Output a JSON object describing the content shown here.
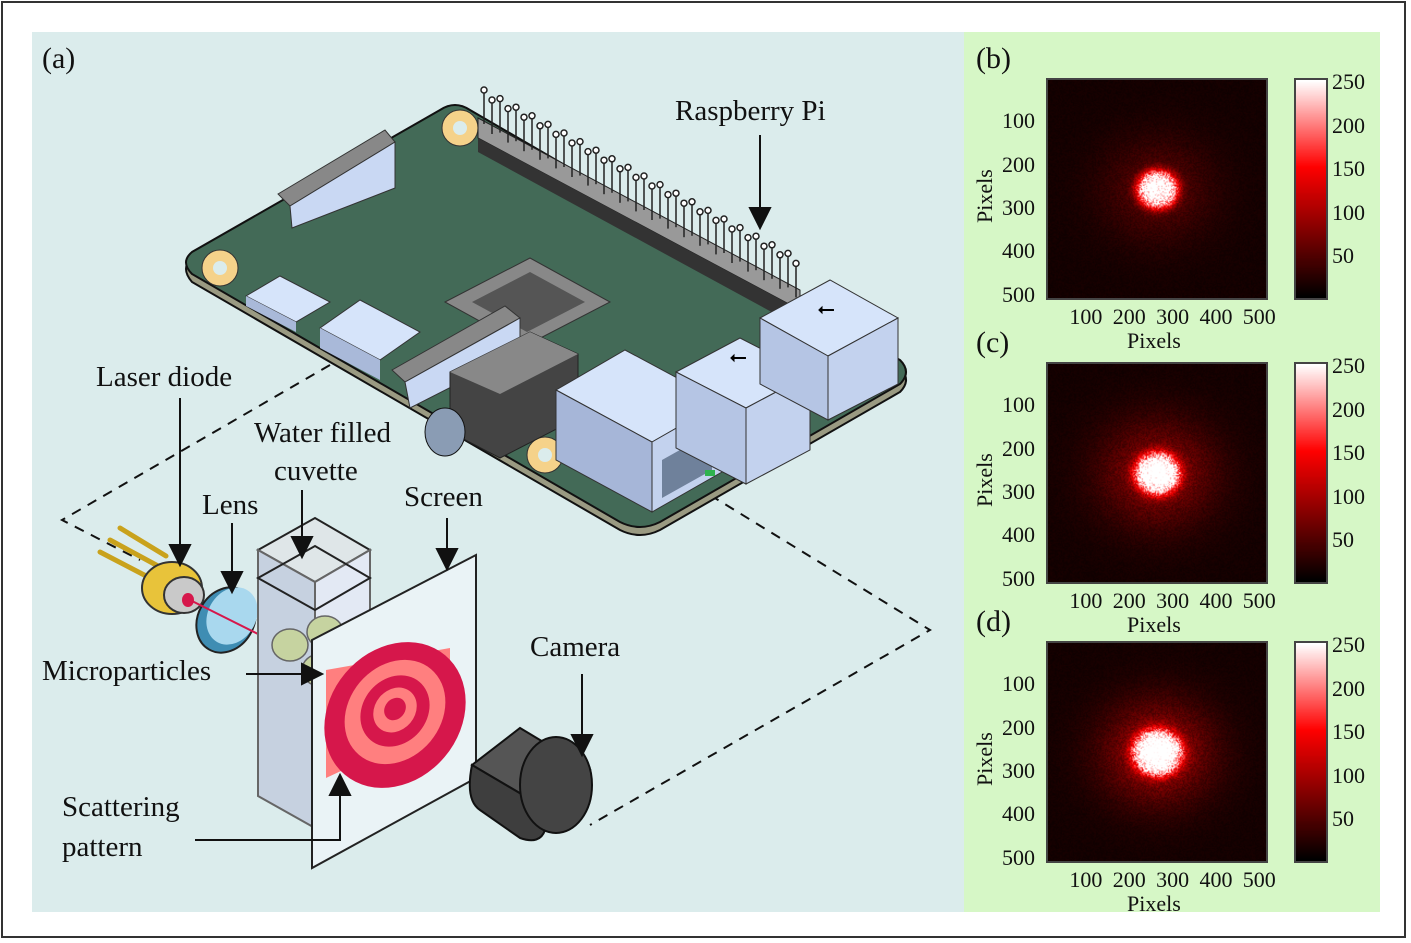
{
  "figure": {
    "panel_labels": {
      "a": "(a)",
      "b": "(b)",
      "c": "(c)",
      "d": "(d)"
    },
    "colors": {
      "panel_a_bg": "#dbecec",
      "panel_right_bg": "#d6f7c6",
      "pcb_green": "#436a57",
      "connector_blue": "#d6e4fa",
      "laser_gold": "#e8c33a",
      "lens_blue": "#a9d8ee",
      "pattern_crimson": "#d6174b",
      "pattern_pink": "#ff7f7f",
      "particle_green": "#c6d3a0",
      "camera_gray": "#444444"
    }
  },
  "diagram": {
    "labels": {
      "raspberry_pi": "Raspberry Pi",
      "laser_diode": "Laser diode",
      "lens": "Lens",
      "water_cuvette_line1": "Water filled",
      "water_cuvette_line2": "cuvette",
      "screen": "Screen",
      "microparticles": "Microparticles",
      "camera": "Camera",
      "scattering_line1": "Scattering",
      "scattering_line2": "pattern"
    },
    "icons": [
      "usb-icon",
      "usb-icon"
    ]
  },
  "chart_data": [
    {
      "id": "b",
      "type": "heatmap",
      "title": "(b)",
      "xlabel": "Pixels",
      "ylabel": "Pixels",
      "xticks": [
        100,
        200,
        300,
        400,
        500
      ],
      "yticks": [
        100,
        200,
        300,
        400,
        500
      ],
      "xlim": [
        0,
        512
      ],
      "ylim": [
        0,
        512
      ],
      "colorbar": {
        "ticks": [
          50,
          100,
          150,
          200,
          250
        ],
        "range": [
          0,
          255
        ],
        "colormap": "black-red-white"
      },
      "spot": {
        "center_x": 256,
        "center_y": 256,
        "core_radius": 50,
        "halo_radius": 230,
        "halo_level": 40,
        "peak": 255
      }
    },
    {
      "id": "c",
      "type": "heatmap",
      "title": "(c)",
      "xlabel": "Pixels",
      "ylabel": "Pixels",
      "xticks": [
        100,
        200,
        300,
        400,
        500
      ],
      "yticks": [
        100,
        200,
        300,
        400,
        500
      ],
      "xlim": [
        0,
        512
      ],
      "ylim": [
        0,
        512
      ],
      "colorbar": {
        "ticks": [
          50,
          100,
          150,
          200,
          250
        ],
        "range": [
          0,
          255
        ],
        "colormap": "black-red-white"
      },
      "spot": {
        "center_x": 256,
        "center_y": 256,
        "core_radius": 55,
        "halo_radius": 240,
        "halo_level": 70,
        "peak": 255
      }
    },
    {
      "id": "d",
      "type": "heatmap",
      "title": "(d)",
      "xlabel": "Pixels",
      "ylabel": "Pixels",
      "xticks": [
        100,
        200,
        300,
        400,
        500
      ],
      "yticks": [
        100,
        200,
        300,
        400,
        500
      ],
      "xlim": [
        0,
        512
      ],
      "ylim": [
        0,
        512
      ],
      "colorbar": {
        "ticks": [
          50,
          100,
          150,
          200,
          250
        ],
        "range": [
          0,
          255
        ],
        "colormap": "black-red-white"
      },
      "spot": {
        "center_x": 256,
        "center_y": 256,
        "core_radius": 60,
        "halo_radius": 230,
        "halo_level": 85,
        "peak": 255
      }
    }
  ]
}
